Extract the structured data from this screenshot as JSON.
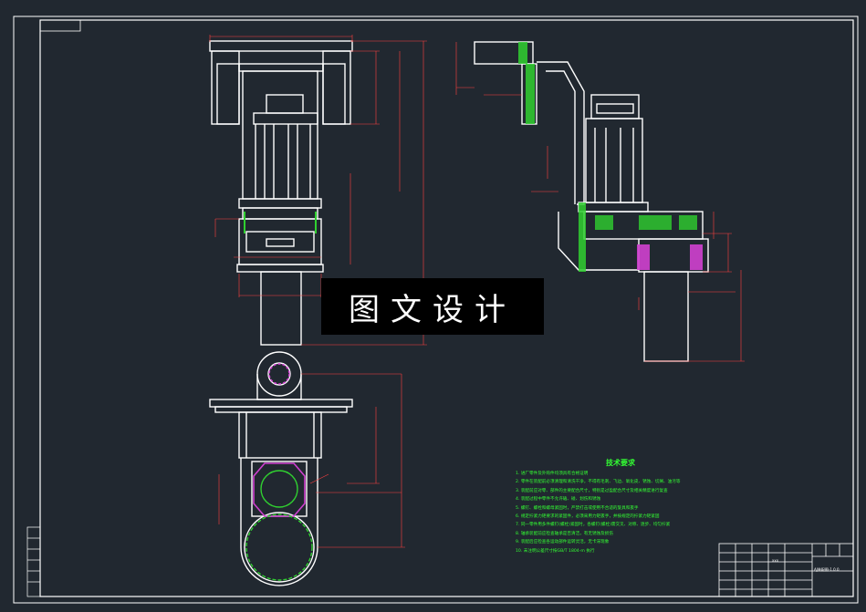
{
  "watermark": "图文设计",
  "technical_requirements": {
    "title": "技术要求",
    "items": [
      "1. 进厂零件及外购件均须具有合格证明",
      "2. 零件在装配前必须清理和清洗干净，不得有毛刺、飞边、氧化皮、锈蚀、切屑、油污等",
      "3. 装配前应对零、部件的主要配合尺寸，特别是过盈配合尺寸及相关精度进行复查",
      "4. 装配过程中零件不允许磕、碰、划伤和锈蚀",
      "5. 螺钉、螺栓和螺母紧固时，严禁打击或使用不合适的旋具和扳手",
      "6. 规定拧紧力矩要求的紧固件，必须采用力矩扳手，并按规定的拧紧力矩紧固",
      "7. 同一零件用多件螺钉(螺栓)紧固时，各螺钉(螺栓)需交叉、对称、逐步、均匀拧紧",
      "8. 轴承装配前应检查轴承是否清洁，有无锈蚀及损伤",
      "9. 装配后应检查各运动部件运转灵活，无卡滞现象",
      "10. 未注明公差尺寸按GB/T 1804-m 执行"
    ]
  },
  "title_block": {
    "drawing_title": "AJ装配图-1.0.0",
    "company": "xxx"
  },
  "colors": {
    "background": "#212830",
    "line": "#ffffff",
    "dimension": "#ff4040",
    "hatch_green": "#30d030",
    "hatch_magenta": "#d040d0",
    "text_green": "#33ff33"
  }
}
